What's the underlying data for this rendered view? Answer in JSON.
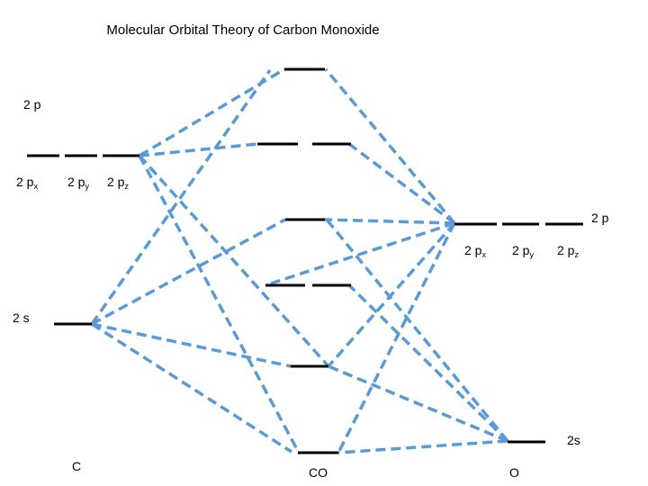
{
  "title": "Molecular Orbital Theory of Carbon Monoxide",
  "carbon": {
    "label": "C",
    "p_group": "2 p",
    "p_orbitals": [
      {
        "main": "2 p",
        "sub": "x"
      },
      {
        "main": "2 p",
        "sub": "y"
      },
      {
        "main": "2 p",
        "sub": "z"
      }
    ],
    "s_label": "2 s"
  },
  "oxygen": {
    "label": "O",
    "p_group": "2 p",
    "p_orbitals": [
      {
        "main": "2 p",
        "sub": "x"
      },
      {
        "main": "2 p",
        "sub": "y"
      },
      {
        "main": "2 p",
        "sub": "z"
      }
    ],
    "s_label": "2s"
  },
  "molecule": {
    "label": "CO"
  },
  "colors": {
    "levels": "#000000",
    "connectors": "#5b9bd5"
  }
}
